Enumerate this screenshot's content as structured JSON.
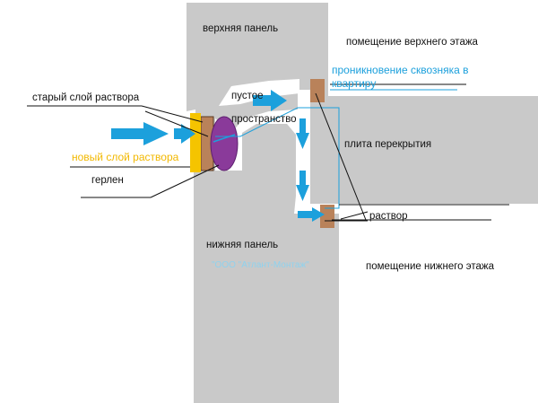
{
  "labels": {
    "upper_panel": "верхняя панель",
    "upper_room": "помещение верхнего этажа",
    "draft": "проникновение сквозняка в квартиру",
    "old_mortar": "старый слой раствора",
    "empty_space": "пустое пространство",
    "slab": "плита перекрытия",
    "new_mortar": "новый слой раствора",
    "gerlen": "герлен",
    "mortar": "раствор",
    "lower_panel": "нижняя панель",
    "watermark": "\"ООО \"Атлант-Монтаж\"",
    "lower_room": "помещение нижнего этажа"
  },
  "colors": {
    "concrete": "#c9c9c9",
    "arrow_blue": "#1ca0dc",
    "mortar_brown": "#b9825a",
    "gerlen_purple": "#8a3a9a",
    "new_mortar_yellow": "#f5c400",
    "text": "#111111"
  },
  "icons": {
    "draft_arrow": "blue-arrow-right",
    "down_arrow": "blue-arrow-down"
  }
}
